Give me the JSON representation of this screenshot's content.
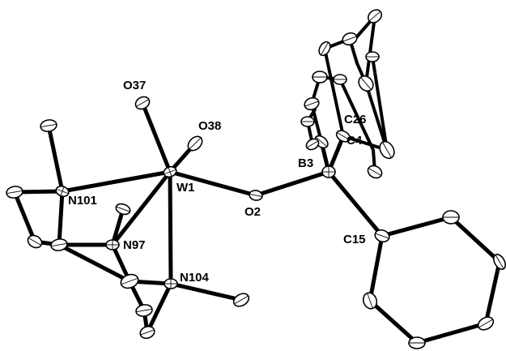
{
  "figure": {
    "labels": {
      "W1": "W1",
      "O37": "O37",
      "O38": "O38",
      "O2": "O2",
      "B3": "B3",
      "C4": "C4",
      "C26": "C26",
      "C15": "C15",
      "N101": "N101",
      "N97": "N97",
      "N104": "N104"
    }
  }
}
